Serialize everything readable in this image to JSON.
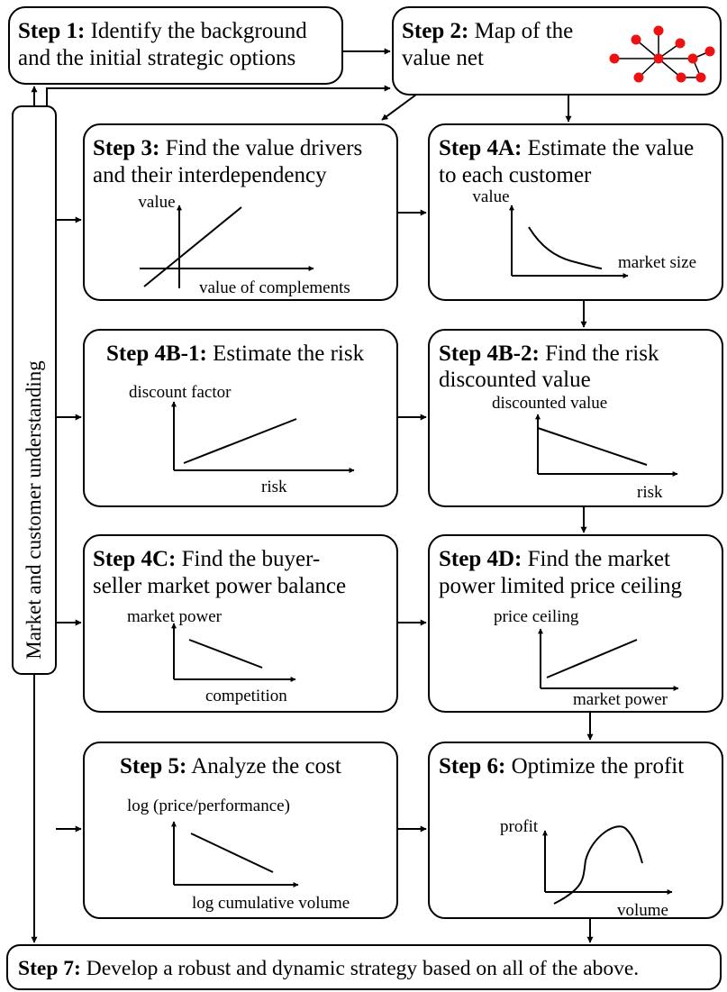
{
  "sidebar": {
    "label": "Market and customer understanding"
  },
  "steps": {
    "s1": {
      "bold": "Step 1:",
      "lines": [
        "Identify the background",
        "and the initial strategic options"
      ]
    },
    "s2": {
      "bold": "Step 2:",
      "lines": [
        "Map of the",
        "value net"
      ]
    },
    "s3": {
      "bold": "Step 3:",
      "lines": [
        "Find the value drivers",
        "and their interdependency"
      ],
      "ylabel": "value",
      "xlabel": "value of complements"
    },
    "s4a": {
      "bold": "Step 4A:",
      "lines": [
        "Estimate the value",
        "to each customer"
      ],
      "ylabel": "value",
      "xlabel": "market size"
    },
    "s4b1": {
      "bold": "Step 4B-1:",
      "lines": [
        "Estimate the risk"
      ],
      "ylabel": "discount factor",
      "xlabel": "risk"
    },
    "s4b2": {
      "bold": "Step 4B-2:",
      "lines": [
        "Find the risk",
        "discounted value"
      ],
      "ylabel": "discounted value",
      "xlabel": "risk"
    },
    "s4c": {
      "bold": "Step 4C:",
      "lines": [
        "Find the buyer-",
        "seller market power balance"
      ],
      "ylabel": "market power",
      "xlabel": "competition"
    },
    "s4d": {
      "bold": "Step 4D:",
      "lines": [
        "Find the market",
        "power limited price ceiling"
      ],
      "ylabel": "price ceiling",
      "xlabel": "market power"
    },
    "s5": {
      "bold": "Step 5:",
      "lines": [
        "Analyze the cost"
      ],
      "ylabel": "log (price/performance)",
      "xlabel": "log cumulative volume"
    },
    "s6": {
      "bold": "Step 6:",
      "lines": [
        "Optimize the profit"
      ],
      "ylabel": "profit",
      "xlabel": "volume"
    },
    "s7": {
      "bold": "Step 7:",
      "lines": [
        "Develop a robust and dynamic strategy based on all of the above."
      ]
    }
  }
}
